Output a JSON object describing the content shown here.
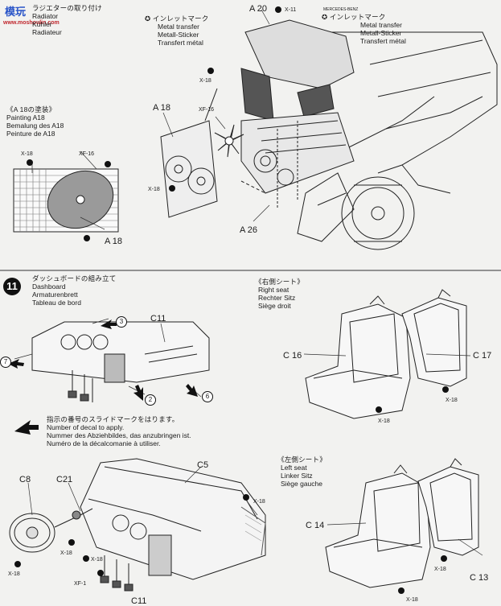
{
  "watermark": {
    "logo_text": "模玩",
    "site": "www.moshoulin.com"
  },
  "radiator": {
    "jp": "ラジエターの取り付け",
    "en": "Radiator",
    "de": "Kühler",
    "fr": "Radiateur"
  },
  "inlet": {
    "jp": "インレットマーク",
    "en": "Metal transfer",
    "de": "Metall-Sticker",
    "fr": "Transfert métal"
  },
  "inlet_right": {
    "brand": "MERCEDES-BENZ",
    "jp": "インレットマーク",
    "en": "Metal transfer",
    "de": "Metall-Sticker",
    "fr": "Transfert métal"
  },
  "painting": {
    "jp": "《A 18の塗装》",
    "en": "Painting A18",
    "de": "Bemalung des A18",
    "fr": "Peinture de A18"
  },
  "labels_top": {
    "a20": "A 20",
    "x11": "X-11",
    "x18_a": "X-18",
    "a18": "A 18",
    "xf16": "XF-16",
    "x18_b": "X-18",
    "a26": "A 26",
    "paint_x18": "X-18",
    "paint_xf16": "XF-16",
    "paint_a18": "A 18"
  },
  "step11": {
    "number": "11",
    "jp": "ダッシュボードの組み立て",
    "en": "Dashboard",
    "de": "Armaturenbrett",
    "fr": "Tableau de bord"
  },
  "dash_labels": {
    "c11_top": "C11",
    "n3": "3",
    "n7": "7",
    "n2": "2",
    "n6": "6"
  },
  "decal_note": {
    "jp": "指示の番号のスライドマークをはります。",
    "en": "Number of decal to apply.",
    "de": "Nummer des Abziehbildes, das anzubringen ist.",
    "fr": "Numéro de la décalcomanie à utiliser."
  },
  "dash_bottom": {
    "c5": "C5",
    "c8": "C8",
    "c21": "C21",
    "x18_a": "X-18",
    "x18_b": "X-18",
    "x18_c": "X-18",
    "x18_d": "X-18",
    "xf1": "XF-1",
    "c11": "C11"
  },
  "right_seat": {
    "jp": "《右側シート》",
    "en": "Right seat",
    "de": "Rechter Sitz",
    "fr": "Siège droit",
    "c16": "C 16",
    "c17": "C 17",
    "x18_a": "X-18",
    "x18_b": "X-18"
  },
  "left_seat": {
    "jp": "《左側シート》",
    "en": "Left seat",
    "de": "Linker Sitz",
    "fr": "Siège gauche",
    "c14": "C 14",
    "c13": "C 13",
    "x18_a": "X-18",
    "x18_b": "X-18"
  }
}
